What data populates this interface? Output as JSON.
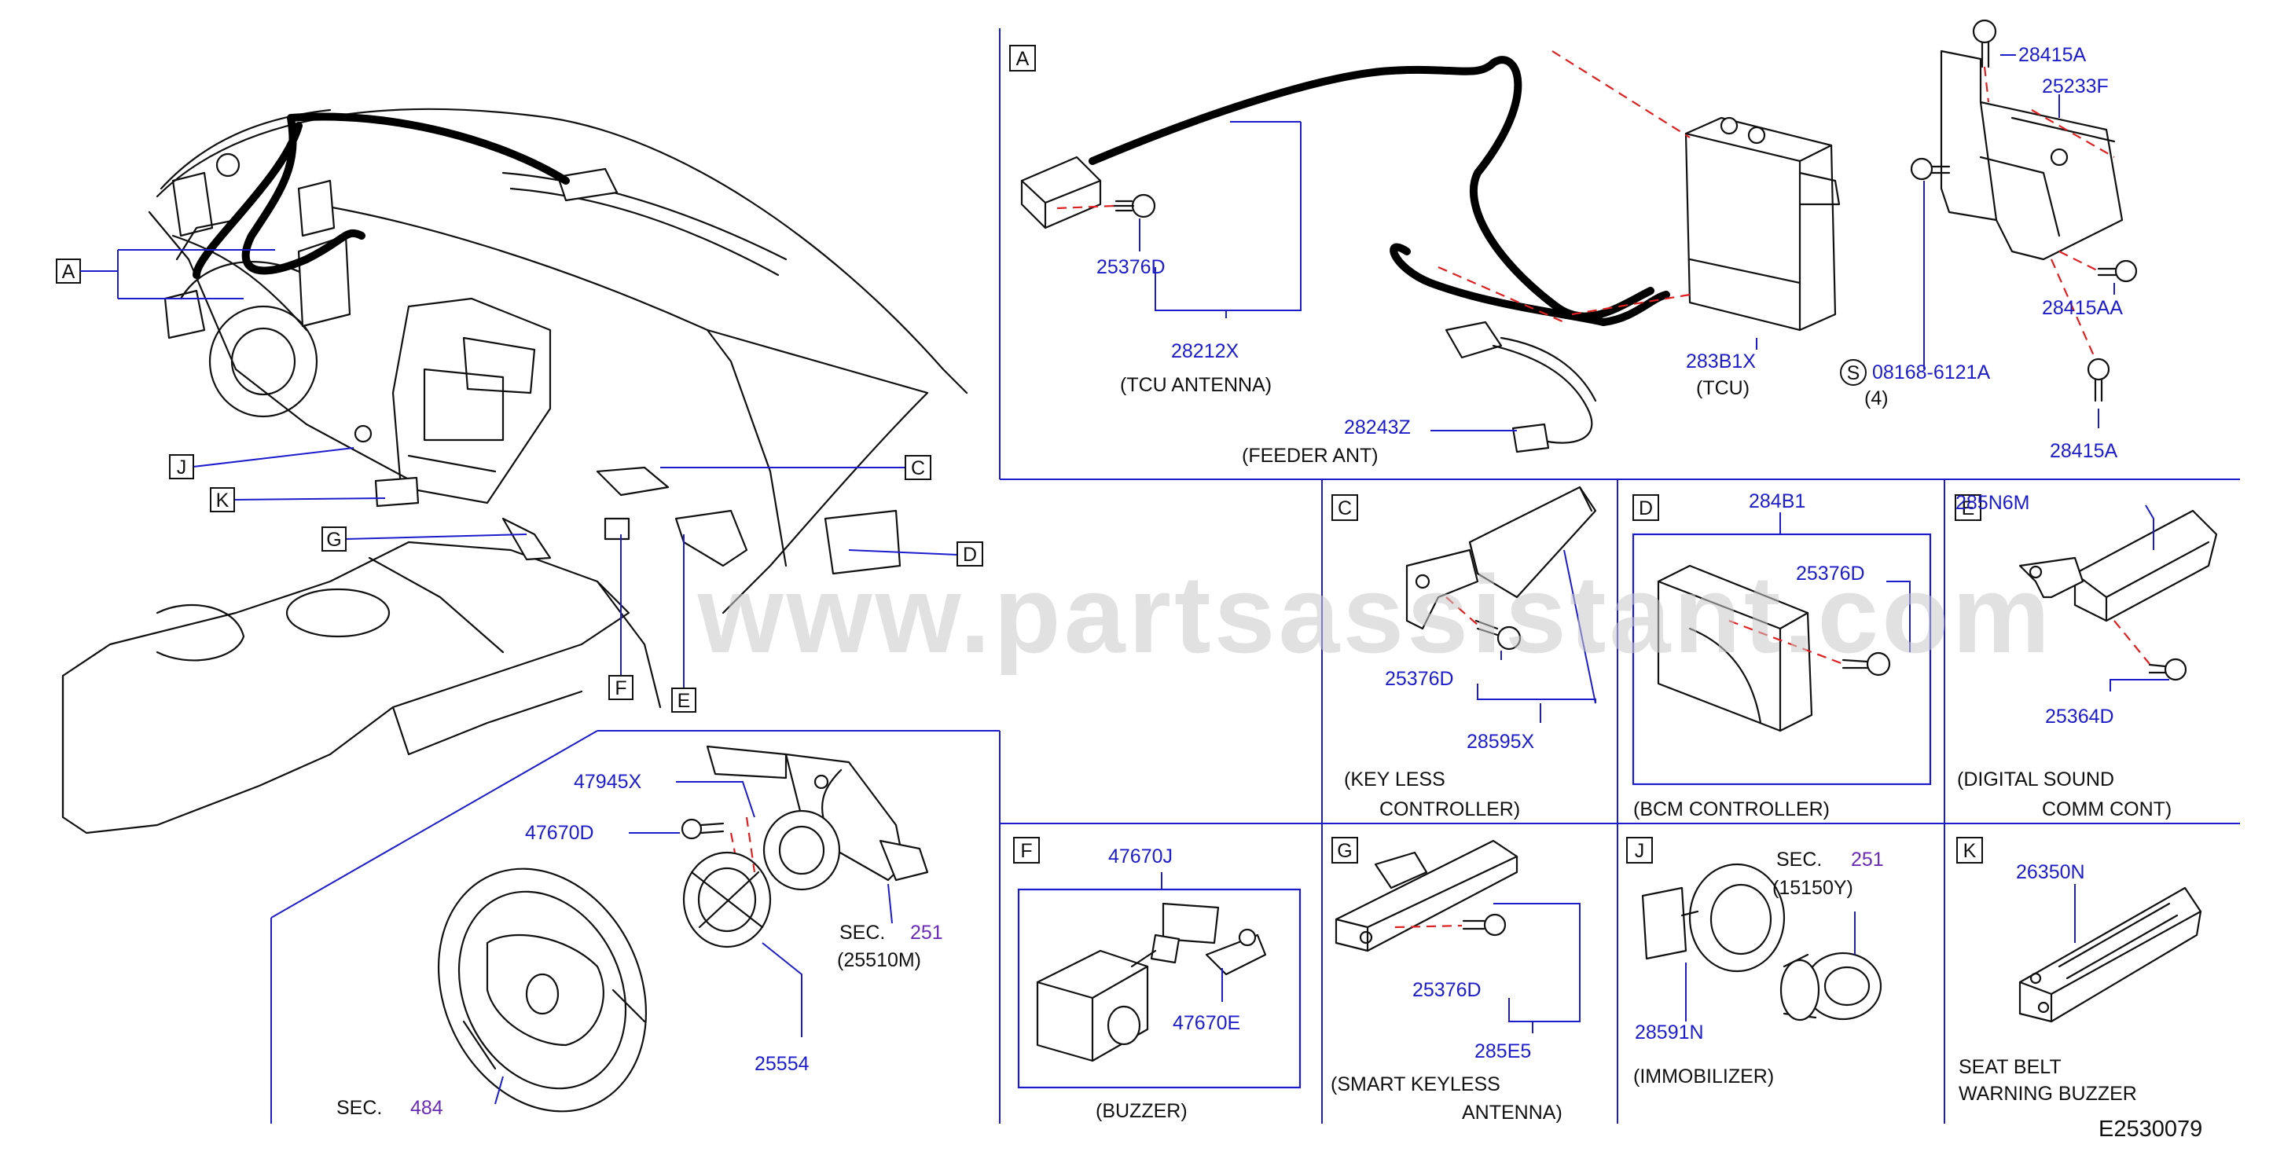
{
  "diagram": {
    "code": "E2530079",
    "watermark": "www.partsassistant.com"
  },
  "overview_labels": [
    "A",
    "J",
    "K",
    "G",
    "C",
    "D",
    "F",
    "E"
  ],
  "panel_A": {
    "letter": "A",
    "parts": {
      "p28212X": "28212X",
      "tcu_antenna": "(TCU   ANTENNA)",
      "p25376D": "25376D",
      "p28243Z": "28243Z",
      "feeder_ant": "(FEEDER   ANT)",
      "p283B1X": "283B1X",
      "tcu": "(TCU)",
      "s_mark": "S",
      "p08168": "08168-6121A",
      "qty4": "(4)",
      "p28415A_top": "28415A",
      "p25233F": "25233F",
      "p28415AA": "28415AA",
      "p28415A_bottom": "28415A"
    }
  },
  "panel_C": {
    "letter": "C",
    "p25376D": "25376D",
    "p28595X": "28595X",
    "caption1": "(KEY   LESS",
    "caption2": "CONTROLLER)"
  },
  "panel_D": {
    "letter": "D",
    "p284B1": "284B1",
    "p25376D": "25376D",
    "caption": "(BCM   CONTROLLER)"
  },
  "panel_E": {
    "letter": "E",
    "p285N6M": "285N6M",
    "p25364D": "25364D",
    "caption1": "(DIGITAL   SOUND",
    "caption2": "COMM   CONT)"
  },
  "panel_steer": {
    "p47945X": "47945X",
    "p47670D": "47670D",
    "sec": "SEC.",
    "sec251": "251",
    "p25510M": "(25510M)",
    "p25554": "25554",
    "sec484": "484"
  },
  "panel_F": {
    "letter": "F",
    "p47670J": "47670J",
    "p47670E": "47670E",
    "caption": "(BUZZER)"
  },
  "panel_G": {
    "letter": "G",
    "p25376D": "25376D",
    "p285E5": "285E5",
    "caption1": "(SMART   KEYLESS",
    "caption2": "ANTENNA)"
  },
  "panel_J": {
    "letter": "J",
    "sec": "SEC.",
    "sec251": "251",
    "p15150Y": "(15150Y)",
    "p28591N": "28591N",
    "caption": "(IMMOBILIZER)"
  },
  "panel_K": {
    "letter": "K",
    "p26350N": "26350N",
    "caption1": "SEAT   BELT",
    "caption2": "WARNING   BUZZER"
  }
}
